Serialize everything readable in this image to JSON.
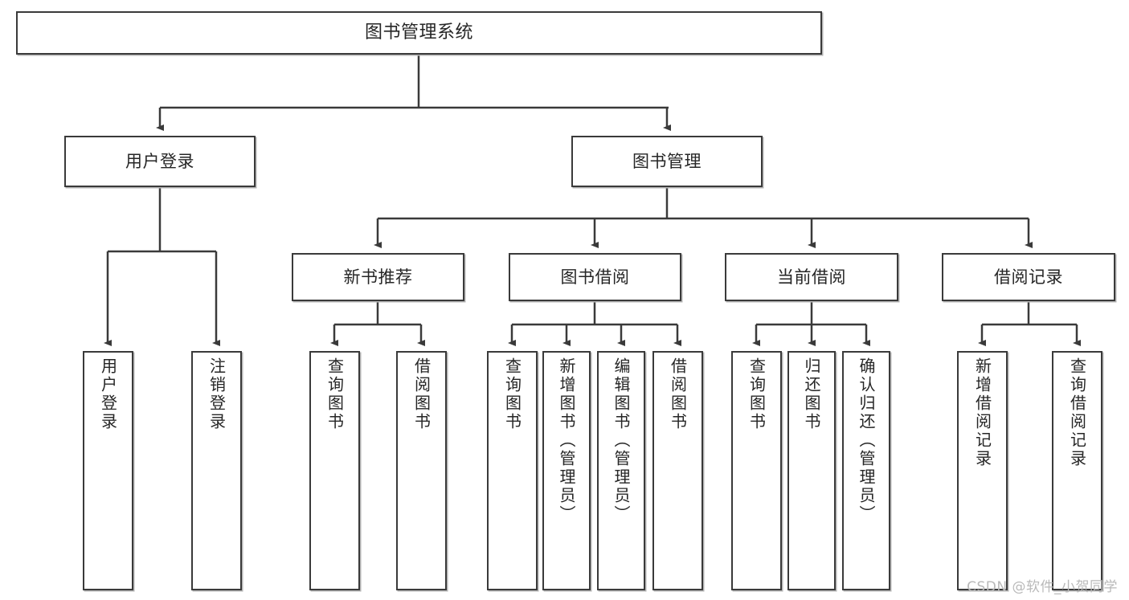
{
  "diagram": {
    "type": "tree-hierarchy",
    "title": "图书管理系统",
    "watermark": "CSDN @软件_小贺同学",
    "colors": {
      "border": "#3a3a3a",
      "shadow": "#b4b4b4",
      "background": "#ffffff",
      "text": "#262626",
      "watermark": "#b9b9b9",
      "edge": "#3a3a3a"
    },
    "nodes": {
      "root": {
        "label": "图书管理系统",
        "level": 0,
        "orientation": "horizontal"
      },
      "login": {
        "label": "用户登录",
        "level": 1,
        "orientation": "horizontal"
      },
      "bookmgmt": {
        "label": "图书管理",
        "level": 1,
        "orientation": "horizontal"
      },
      "newbook": {
        "label": "新书推荐",
        "level": 2,
        "orientation": "horizontal"
      },
      "borrow": {
        "label": "图书借阅",
        "level": 2,
        "orientation": "horizontal"
      },
      "current": {
        "label": "当前借阅",
        "level": 2,
        "orientation": "horizontal"
      },
      "records": {
        "label": "借阅记录",
        "level": 2,
        "orientation": "horizontal"
      },
      "leaf_user_login": {
        "label": "用户登录",
        "level": 3,
        "orientation": "vertical",
        "parent": "login"
      },
      "leaf_user_logout": {
        "label": "注销登录",
        "level": 3,
        "orientation": "vertical",
        "parent": "login"
      },
      "leaf_nb_query": {
        "label": "查询图书",
        "level": 3,
        "orientation": "vertical",
        "parent": "newbook"
      },
      "leaf_nb_borrow": {
        "label": "借阅图书",
        "level": 3,
        "orientation": "vertical",
        "parent": "newbook"
      },
      "leaf_br_query": {
        "label": "查询图书",
        "level": 3,
        "orientation": "vertical",
        "parent": "borrow"
      },
      "leaf_br_add": {
        "label": "新增图书（管理员）",
        "level": 3,
        "orientation": "vertical",
        "parent": "borrow"
      },
      "leaf_br_edit": {
        "label": "编辑图书（管理员）",
        "level": 3,
        "orientation": "vertical",
        "parent": "borrow"
      },
      "leaf_br_borrow": {
        "label": "借阅图书",
        "level": 3,
        "orientation": "vertical",
        "parent": "borrow"
      },
      "leaf_cu_query": {
        "label": "查询图书",
        "level": 3,
        "orientation": "vertical",
        "parent": "current"
      },
      "leaf_cu_return": {
        "label": "归还图书",
        "level": 3,
        "orientation": "vertical",
        "parent": "current"
      },
      "leaf_cu_confirm": {
        "label": "确认归还（管理员）",
        "level": 3,
        "orientation": "vertical",
        "parent": "current"
      },
      "leaf_rc_add": {
        "label": "新增借阅记录",
        "level": 3,
        "orientation": "vertical",
        "parent": "records"
      },
      "leaf_rc_query": {
        "label": "查询借阅记录",
        "level": 3,
        "orientation": "vertical",
        "parent": "records"
      }
    },
    "edges": [
      {
        "from": "root",
        "to": "login"
      },
      {
        "from": "root",
        "to": "bookmgmt"
      },
      {
        "from": "login",
        "to": "leaf_user_login"
      },
      {
        "from": "login",
        "to": "leaf_user_logout"
      },
      {
        "from": "bookmgmt",
        "to": "newbook"
      },
      {
        "from": "bookmgmt",
        "to": "borrow"
      },
      {
        "from": "bookmgmt",
        "to": "current"
      },
      {
        "from": "bookmgmt",
        "to": "records"
      },
      {
        "from": "newbook",
        "to": "leaf_nb_query"
      },
      {
        "from": "newbook",
        "to": "leaf_nb_borrow"
      },
      {
        "from": "borrow",
        "to": "leaf_br_query"
      },
      {
        "from": "borrow",
        "to": "leaf_br_add"
      },
      {
        "from": "borrow",
        "to": "leaf_br_edit"
      },
      {
        "from": "borrow",
        "to": "leaf_br_borrow"
      },
      {
        "from": "current",
        "to": "leaf_cu_query"
      },
      {
        "from": "current",
        "to": "leaf_cu_return"
      },
      {
        "from": "current",
        "to": "leaf_cu_confirm"
      },
      {
        "from": "records",
        "to": "leaf_rc_add"
      },
      {
        "from": "records",
        "to": "leaf_rc_query"
      }
    ]
  }
}
